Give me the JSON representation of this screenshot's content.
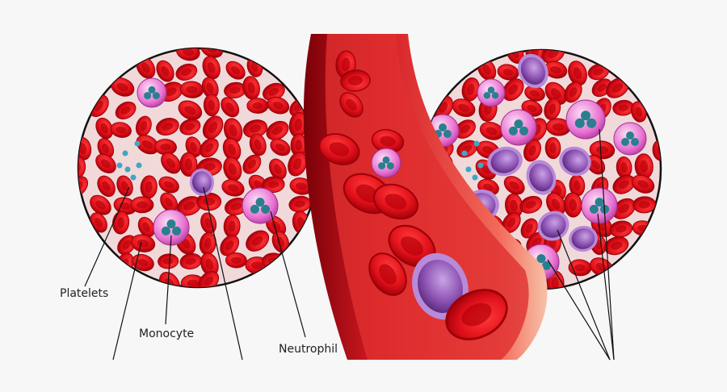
{
  "labels": {
    "platelets": "Platelets",
    "monocyte": "Monocyte",
    "neutrophil": "Neutrophil"
  },
  "colors": {
    "background": "#f7f7f7",
    "plasma": "#f1d9da",
    "red_cell": "#e0101a",
    "red_cell_dark": "#9c0008",
    "white_cell_pink": "#e86fd0",
    "lymphocyte_purple": "#8a4fb0",
    "nucleus_teal": "#2a7f8f",
    "platelet_blue": "#3fa7c4",
    "vessel_outer": "#c8101c",
    "vessel_inner": "#f26a5a"
  }
}
